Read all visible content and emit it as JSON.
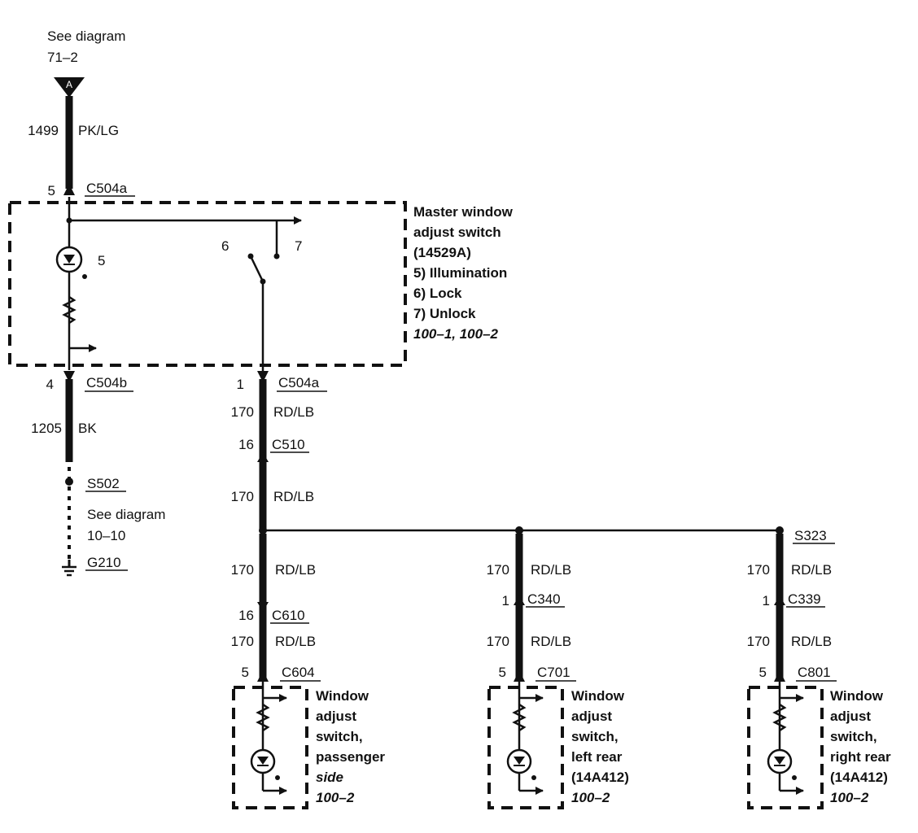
{
  "top_reference": {
    "line1": "See diagram",
    "line2": "71–2",
    "connector_letter": "A"
  },
  "feed_circuit": {
    "number": "1499",
    "color": "PK/LG"
  },
  "master_switch": {
    "top_pin": "5",
    "top_connector": "C504a",
    "title1": "Master window",
    "title2": "adjust switch",
    "part": "(14529A)",
    "fn5": "5)   Illumination",
    "fn6": "6)   Lock",
    "fn7": "7)   Unlock",
    "refs": "100–1, 100–2",
    "lamp_pin": "5",
    "contact6": "6",
    "contact7": "7"
  },
  "ground_branch": {
    "pin": "4",
    "connector": "C504b",
    "circuit": "1205",
    "color": "BK",
    "splice": "S502",
    "see1": "See diagram",
    "see2": "10–10",
    "ground": "G210"
  },
  "main_branch": {
    "pin": "1",
    "connector": "C504a",
    "circuit1": "170",
    "color1": "RD/LB",
    "c510_pin": "16",
    "c510": "C510",
    "circuit2": "170",
    "color2": "RD/LB"
  },
  "passenger": {
    "circuit1": "170",
    "color1": "RD/LB",
    "c610_pin": "16",
    "c610": "C610",
    "circuit2": "170",
    "color2": "RD/LB",
    "pin": "5",
    "connector": "C604",
    "l1": "Window",
    "l2": "adjust",
    "l3": "switch,",
    "l4": "passenger",
    "l5": "side",
    "ref": "100–2"
  },
  "left_rear": {
    "circuit1": "170",
    "color1": "RD/LB",
    "c_pin": "1",
    "conn_mid": "C340",
    "circuit2": "170",
    "color2": "RD/LB",
    "pin": "5",
    "connector": "C701",
    "l1": "Window",
    "l2": "adjust",
    "l3": "switch,",
    "l4": "left rear",
    "l5": "(14A412)",
    "ref": "100–2"
  },
  "right_rear": {
    "splice": "S323",
    "circuit1": "170",
    "color1": "RD/LB",
    "c_pin": "1",
    "conn_mid": "C339",
    "circuit2": "170",
    "color2": "RD/LB",
    "pin": "5",
    "connector": "C801",
    "l1": "Window",
    "l2": "adjust",
    "l3": "switch,",
    "l4": "right rear",
    "l5": "(14A412)",
    "ref": "100–2"
  }
}
